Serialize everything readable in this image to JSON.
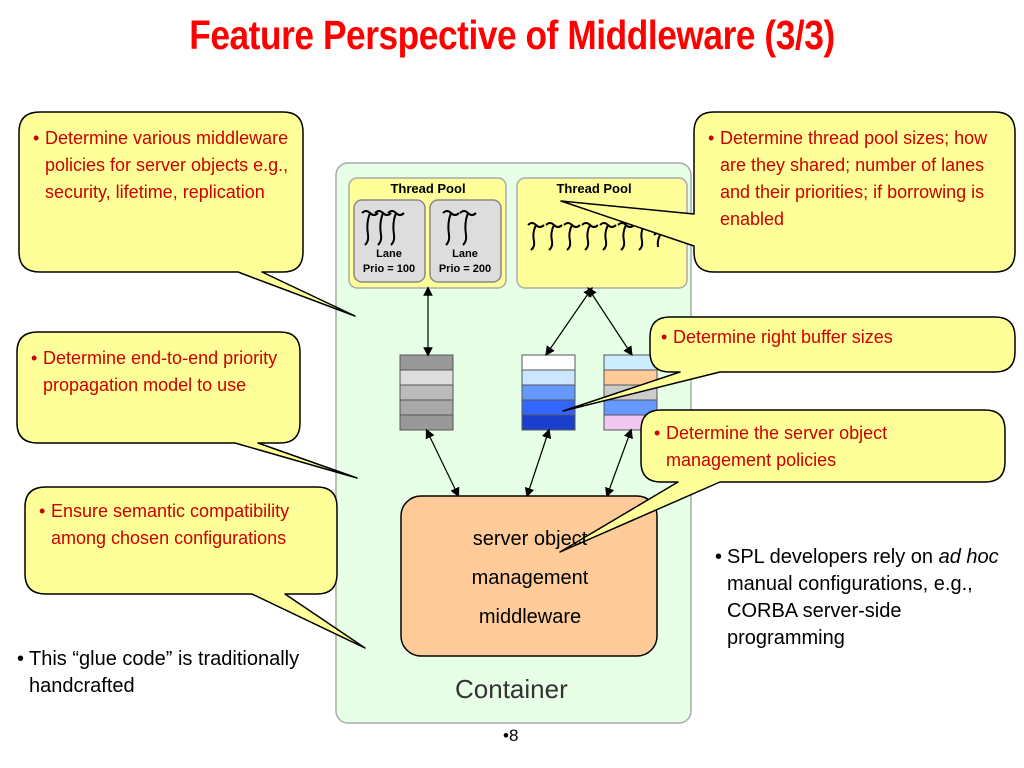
{
  "title": "Feature Perspective of Middleware (3/3)",
  "bullet_char": "•",
  "callouts": {
    "policies": "Determine various middleware policies for server objects e.g., security, lifetime, replication",
    "thread_pool": "Determine thread pool sizes; how are they shared; number of lanes and their priorities; if borrowing is enabled",
    "priority": "Determine end-to-end priority propagation model to use",
    "buffer": "Determine right buffer sizes",
    "semantic": "Ensure semantic compatibility among chosen configurations",
    "server_object": "Determine the server object management policies"
  },
  "notes": {
    "glue_code": "This “glue code” is traditionally handcrafted",
    "spl_part1": "SPL developers rely on",
    "spl_italic": "ad hoc",
    "spl_part2": "manual configurations, e.g., CORBA server-side programming"
  },
  "diagram": {
    "thread_pool_left": "Thread Pool",
    "thread_pool_right": "Thread Pool",
    "lane1_label": "Lane",
    "lane1_prio": "Prio = 100",
    "lane2_label": "Lane",
    "lane2_prio": "Prio = 200",
    "som_line1": "server object",
    "som_line2": "management",
    "som_line3": "middleware",
    "container": "Container"
  },
  "colors": {
    "title": "#ff0000",
    "callout_fill": "#ffff99",
    "callout_text": "#cc0000",
    "container_fill": "#e6ffe6",
    "som_fill": "#ffcc99"
  },
  "page_number": "•8"
}
